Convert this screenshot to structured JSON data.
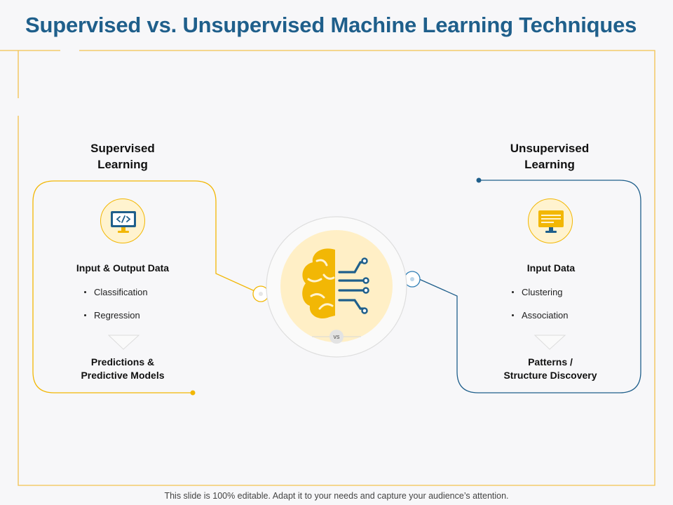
{
  "title": "Supervised vs. Unsupervised Machine Learning Techniques",
  "supervised": {
    "heading": "Supervised\nLearning",
    "icon": "code-monitor-icon",
    "subtitle": "Input & Output Data",
    "items": [
      "Classification",
      "Regression"
    ],
    "outcome": "Predictions &\nPredictive Models"
  },
  "unsupervised": {
    "heading": "Unsupervised\nLearning",
    "icon": "monitor-icon",
    "subtitle": "Input Data",
    "items": [
      "Clustering",
      "Association"
    ],
    "outcome": "Patterns /\nStructure Discovery"
  },
  "center": {
    "icon": "brain-circuit-icon",
    "vs_label": "vs"
  },
  "footer": "This slide is 100% editable. Adapt it to your needs and capture your audience’s attention.",
  "colors": {
    "title": "#1f5f8b",
    "accent_yellow": "#f2b705",
    "accent_blue": "#1f5f8b"
  }
}
